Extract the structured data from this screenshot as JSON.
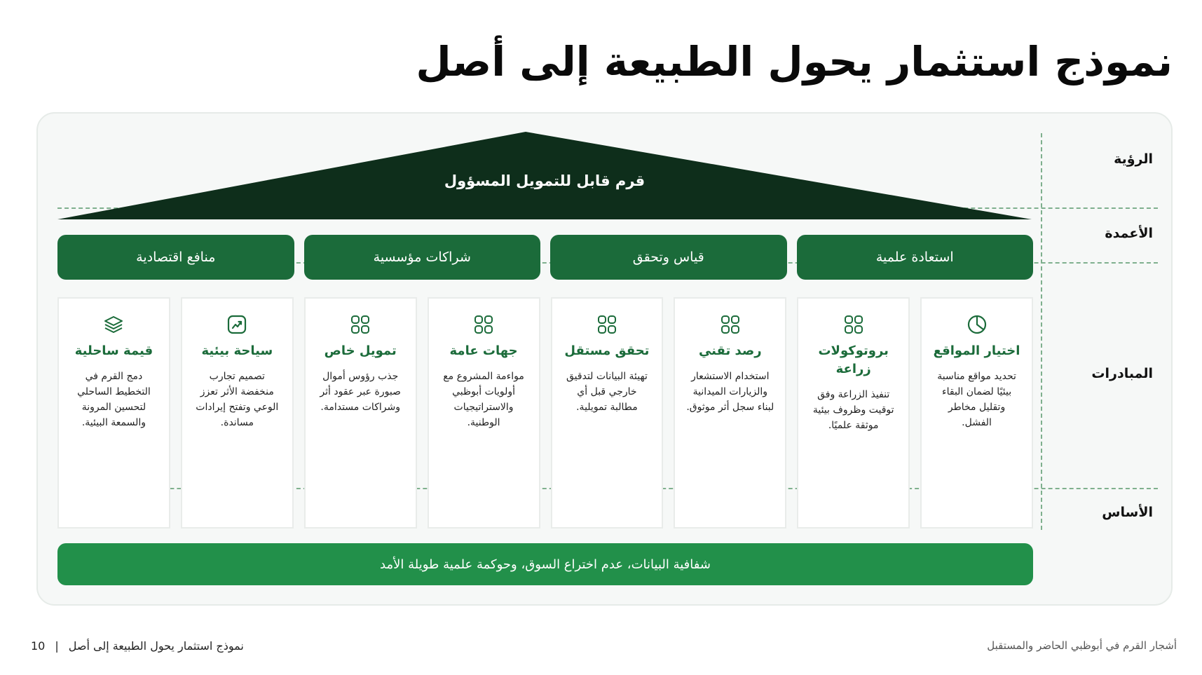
{
  "title": "نموذج استثمار يحول الطبيعة إلى أصل",
  "row_labels": {
    "vision": "الرؤية",
    "pillars": "الأعمدة",
    "initiatives": "المبادرات",
    "foundation": "الأساس"
  },
  "vision": "قرم قابل للتمويل المسؤول",
  "pillars": [
    "استعادة علمية",
    "قياس وتحقق",
    "شراكات مؤسسية",
    "منافع اقتصادية"
  ],
  "initiatives": [
    {
      "icon": "pie-chart-icon",
      "title": "اختيار المواقع",
      "desc": "تحديد مواقع مناسبة بيئيًا لضمان البقاء وتقليل مخاطر الفشل."
    },
    {
      "icon": "grid-icon",
      "title": "بروتوكولات زراعة",
      "desc": "تنفيذ الزراعة وفق توقيت وظروف بيئية موثقة علميًا."
    },
    {
      "icon": "grid-icon",
      "title": "رصد تقني",
      "desc": "استخدام الاستشعار والزيارات الميدانية لبناء سجل أثر موثوق."
    },
    {
      "icon": "grid-icon",
      "title": "تحقق مستقل",
      "desc": "تهيئة البيانات لتدقيق خارجي قبل أي مطالبة تمويلية."
    },
    {
      "icon": "grid-icon",
      "title": "جهات عامة",
      "desc": "مواءمة المشروع مع أولويات أبوظبي والاستراتيجيات الوطنية."
    },
    {
      "icon": "grid-icon",
      "title": "تمويل خاص",
      "desc": "جذب رؤوس أموال صبورة عبر عقود أثر وشراكات مستدامة."
    },
    {
      "icon": "trend-chart-icon",
      "title": "سياحة بيئية",
      "desc": "تصميم تجارب منخفضة الأثر تعزز الوعي وتفتح إيرادات مساندة."
    },
    {
      "icon": "layers-icon",
      "title": "قيمة ساحلية",
      "desc": "دمج القرم في التخطيط الساحلي لتحسين المرونة والسمعة البيئية."
    }
  ],
  "foundation": "شفافية البيانات، عدم اختراع السوق، وحوكمة علمية طويلة الأمد",
  "footer": {
    "page_number": "10",
    "separator": "|",
    "section": "نموذج استثمار يحول الطبيعة إلى أصل",
    "document": "أشجار القرم في أبوظبي الحاضر والمستقبل"
  },
  "colors": {
    "roof": "#0e2e1b",
    "pillar": "#1b6b3a",
    "base": "#22904a",
    "accent_text": "#1b6b3a",
    "dashed": "#7fb08e"
  }
}
